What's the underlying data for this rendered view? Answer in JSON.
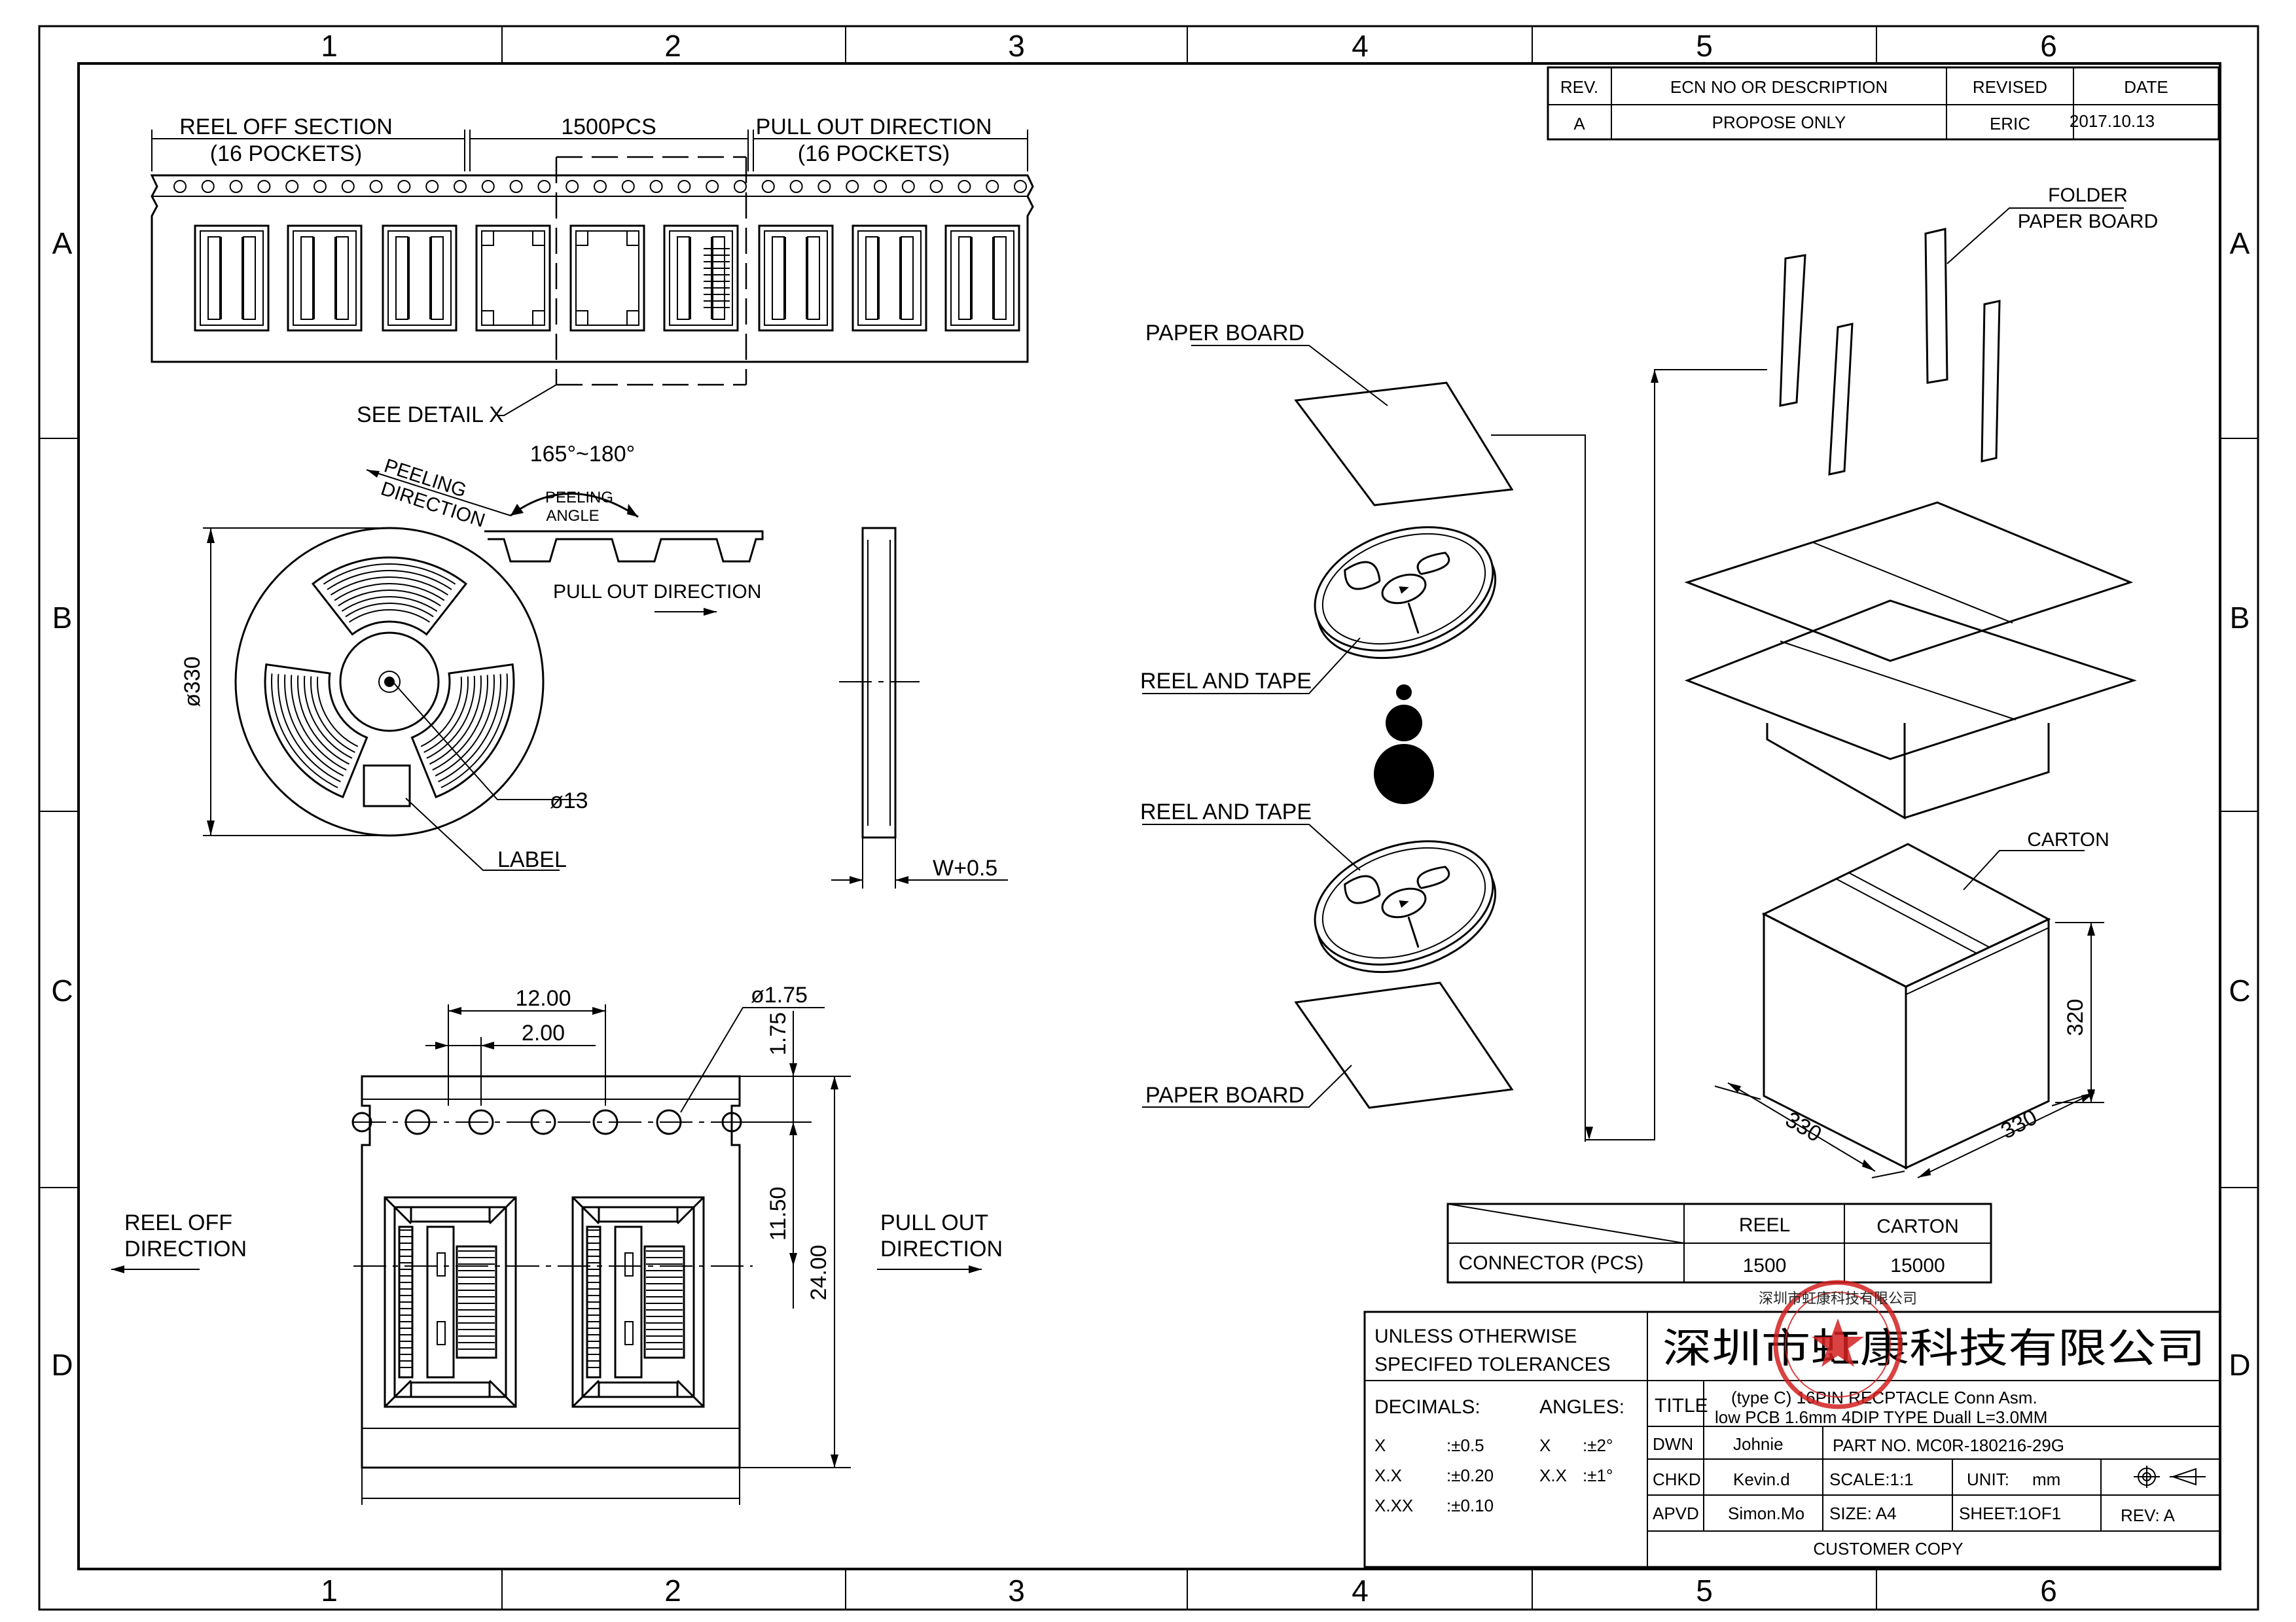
{
  "frame": {
    "columns": [
      "1",
      "2",
      "3",
      "4",
      "5",
      "6"
    ],
    "rows": [
      "A",
      "B",
      "C",
      "D"
    ]
  },
  "revision_table": {
    "headers": {
      "rev": "REV.",
      "ecn": "ECN NO OR DESCRIPTION",
      "revised": "REVISED",
      "date": "DATE"
    },
    "row": {
      "rev": "A",
      "ecn": "PROPOSE ONLY",
      "revised": "ERIC",
      "date": "2017.10.13"
    }
  },
  "tape": {
    "reel_off_section": "REEL OFF SECTION",
    "reel_off_pockets": "(16 POCKETS)",
    "count": "1500PCS",
    "pull_out_direction": "PULL OUT DIRECTION",
    "pull_out_pockets": "(16 POCKETS)",
    "see_detail": "SEE DETAIL X"
  },
  "reel_view": {
    "peeling_direction_1": "PEELING",
    "peeling_direction_2": "DIRECTION",
    "peeling_angle_range": "165°~180°",
    "peeling_angle_1": "PEELING",
    "peeling_angle_2": "ANGLE",
    "pull_out_direction": "PULL OUT DIRECTION",
    "diameter": "ø330",
    "hub_diameter": "ø13",
    "label": "LABEL",
    "width": "W+0.5"
  },
  "detail_x": {
    "pitch": "12.00",
    "hole_offset": "2.00",
    "hole_diameter": "ø1.75",
    "edge_dim": "1.75",
    "center_dim": "11.50",
    "tape_width": "24.00",
    "reel_off_1": "REEL OFF",
    "reel_off_2": "DIRECTION",
    "pull_out_1": "PULL OUT",
    "pull_out_2": "DIRECTION"
  },
  "packing": {
    "paper_board_top": "PAPER BOARD",
    "reel_and_tape_1": "REEL AND TAPE",
    "reel_and_tape_2": "REEL AND TAPE",
    "paper_board_bottom": "PAPER BOARD",
    "folder_1": "FOLDER",
    "folder_2": "PAPER BOARD",
    "carton": "CARTON",
    "carton_height": "320",
    "carton_width": "330",
    "carton_depth": "330"
  },
  "qty_table": {
    "col_reel": "REEL",
    "col_carton": "CARTON",
    "row_label": "CONNECTOR (PCS)",
    "reel_qty": "1500",
    "carton_qty": "15000"
  },
  "title_block": {
    "tolerances_1": "UNLESS OTHERWISE",
    "tolerances_2": "SPECIFED TOLERANCES",
    "decimals": "DECIMALS:",
    "angles": "ANGLES:",
    "x": "X",
    "x_tol": ":±0.5",
    "xx": "X.X",
    "xx_tol": ":±0.20",
    "xxx": "X.XX",
    "xxx_tol": ":±0.10",
    "ax": "X",
    "ax_tol": ":±2°",
    "axx": "X.X",
    "axx_tol": ":±1°",
    "company": "深圳市虹康科技有限公司",
    "stamp_text": "深圳市虹康科技有限公司",
    "title_label": "TITLE",
    "title_1": "(type C) 16PIN RECPTACLE Conn Asm.",
    "title_2": "low PCB 1.6mm 4DIP TYPE Duall L=3.0MM",
    "dwn_label": "DWN",
    "dwn": "Johnie",
    "part_no": "PART NO. MC0R-180216-29G",
    "chkd_label": "CHKD",
    "chkd": "Kevin.d",
    "scale": "SCALE:1:1",
    "unit_label": "UNIT:",
    "unit": "mm",
    "apvd_label": "APVD",
    "apvd": "Simon.Mo",
    "size": "SIZE: A4",
    "sheet": "SHEET:1OF1",
    "rev": "REV:  A",
    "customer_copy": "CUSTOMER COPY"
  }
}
